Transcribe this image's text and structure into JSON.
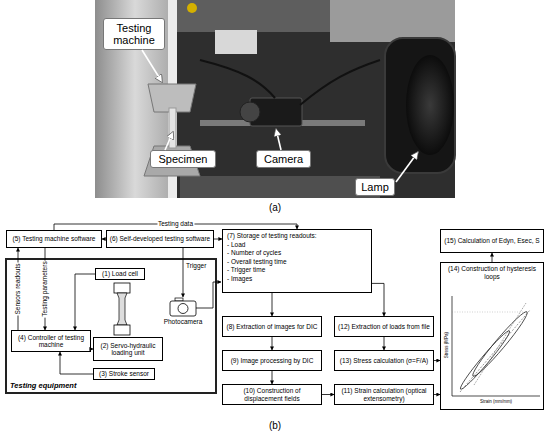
{
  "diagram": {
    "nodes": [
      {
        "text": [
          "Testing machine"
        ]
      },
      {
        "text": [
          "Specimen"
        ]
      },
      {
        "text": [
          "Camera"
        ]
      },
      {
        "text": [
          "Lamp"
        ]
      },
      {
        "text": [
          "(5) Testing machine software"
        ]
      },
      {
        "text": [
          "(6) Self-developed testing software"
        ]
      },
      {
        "text": [
          "(7) Storage of testing readouts:",
          "- Load",
          "- Number of cycles",
          "- Overall testing time",
          "- Trigger time",
          "- Images"
        ]
      },
      {
        "text": [
          "(15) Calculation of Edyn, Esec, S"
        ]
      },
      {
        "text": [
          "Testing equipment"
        ]
      },
      {
        "text": [
          "(1) Load cell"
        ],
        "in": 8
      },
      {
        "text": [
          "(4) Controller of testing machine"
        ],
        "in": 8
      },
      {
        "text": [
          "(2) Servo-hydraulic loading unit"
        ],
        "in": 8
      },
      {
        "text": [
          "(3) Stroke sensor"
        ],
        "in": 8
      },
      {
        "text": [
          "(8) Extraction of images for DIC"
        ]
      },
      {
        "text": [
          "(12) Extraction of loads from file"
        ]
      },
      {
        "text": [
          "(14) Construction of hysteresis loops"
        ]
      },
      {
        "text": [
          "(9) Image processing by DIC"
        ]
      },
      {
        "text": [
          "(13) Stress calculation (σ=F/A)"
        ]
      },
      {
        "text": [
          "(10) Construction of displacement fields"
        ]
      },
      {
        "text": [
          "(11) Strain calculation (optical extensometry)"
        ]
      }
    ],
    "edges": [
      {
        "from": 4,
        "to": 6,
        "arrow": "to",
        "label": "Testing data"
      },
      {
        "from": 5,
        "to": 4,
        "arrow": "to"
      },
      {
        "from": 5,
        "to": 6,
        "arrow": "to"
      },
      {
        "from": 10,
        "to": 4,
        "arrow": "to",
        "label": "Sensors readouts"
      },
      {
        "from": 4,
        "to": 10,
        "arrow": "to",
        "label": "Testing parameters"
      },
      {
        "from": 9,
        "to": 10,
        "arrow": "to"
      },
      {
        "from": 10,
        "to": 11,
        "arrow": "to"
      },
      {
        "from": 12,
        "to": 10,
        "arrow": "to"
      },
      {
        "from": 6,
        "to": 13,
        "arrow": "to"
      },
      {
        "from": 13,
        "to": 16,
        "arrow": "to"
      },
      {
        "from": 16,
        "to": 18,
        "arrow": "to"
      },
      {
        "from": 18,
        "to": 19,
        "arrow": "to"
      },
      {
        "from": 6,
        "to": 14,
        "arrow": "to"
      },
      {
        "from": 14,
        "to": 17,
        "arrow": "to"
      },
      {
        "from": 19,
        "to": 15,
        "arrow": "to"
      },
      {
        "from": 17,
        "to": 15,
        "arrow": "to"
      },
      {
        "from": 15,
        "to": 7,
        "arrow": "to"
      }
    ],
    "labels": [
      "(a)",
      "Trigger",
      "Photocamera",
      "Stress (MPa)",
      "Strain (mm/mm)",
      "(b)"
    ]
  }
}
